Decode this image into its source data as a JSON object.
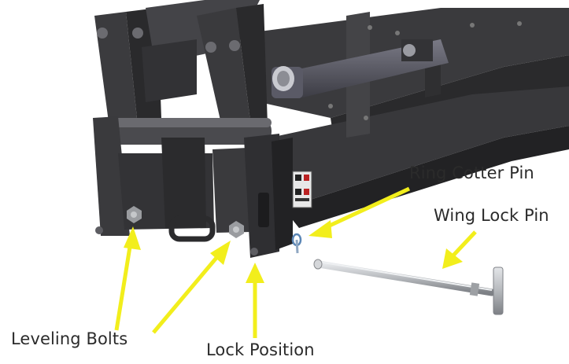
{
  "callouts": {
    "ring_cotter_pin": "Ring Cotter Pin",
    "wing_lock_pin": "Wing Lock Pin",
    "leveling_bolts": "Leveling Bolts",
    "lock_position": "Lock Position"
  },
  "colors": {
    "arrow": "#f2ee1c",
    "frame_dark": "#2e2e30",
    "frame_mid": "#3d3d40",
    "pin": "#b9bcc0",
    "text": "#2b2b2b"
  }
}
